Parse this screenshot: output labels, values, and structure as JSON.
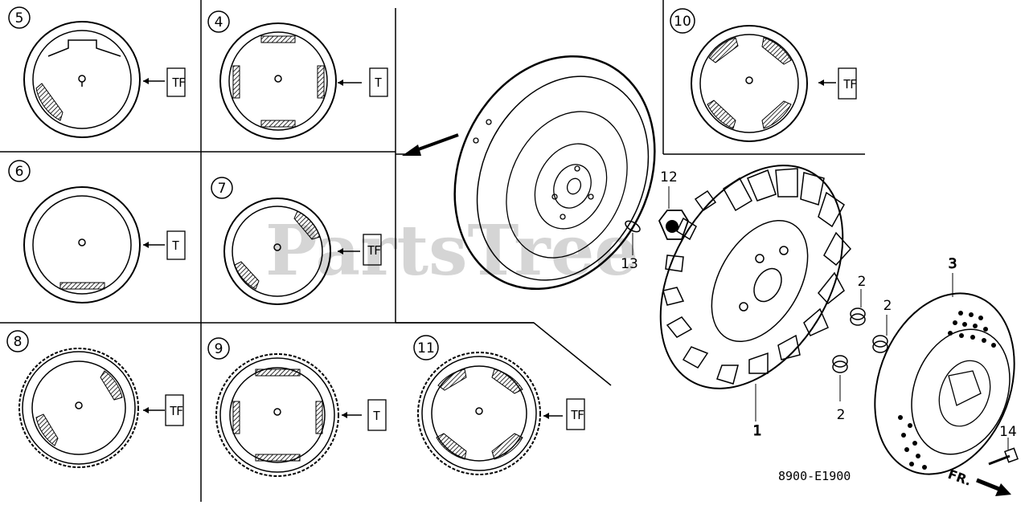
{
  "callouts": {
    "c1": "1",
    "c2a": "2",
    "c2b": "2",
    "c2c": "2",
    "c3": "3",
    "c4": "4",
    "c5": "5",
    "c6": "6",
    "c7": "7",
    "c8": "8",
    "c9": "9",
    "c10": "10",
    "c11": "11",
    "c12": "12",
    "c13": "13",
    "c14": "14"
  },
  "stamps": {
    "tf": [
      "T",
      "F"
    ],
    "t": "T"
  },
  "watermark": "PartsTree",
  "diagram_code": "8900-E1900",
  "front_label": "FR.",
  "colors": {
    "line": "#000000",
    "hatch": "#000000",
    "background": "#ffffff",
    "watermark": "#9a9a9a"
  }
}
